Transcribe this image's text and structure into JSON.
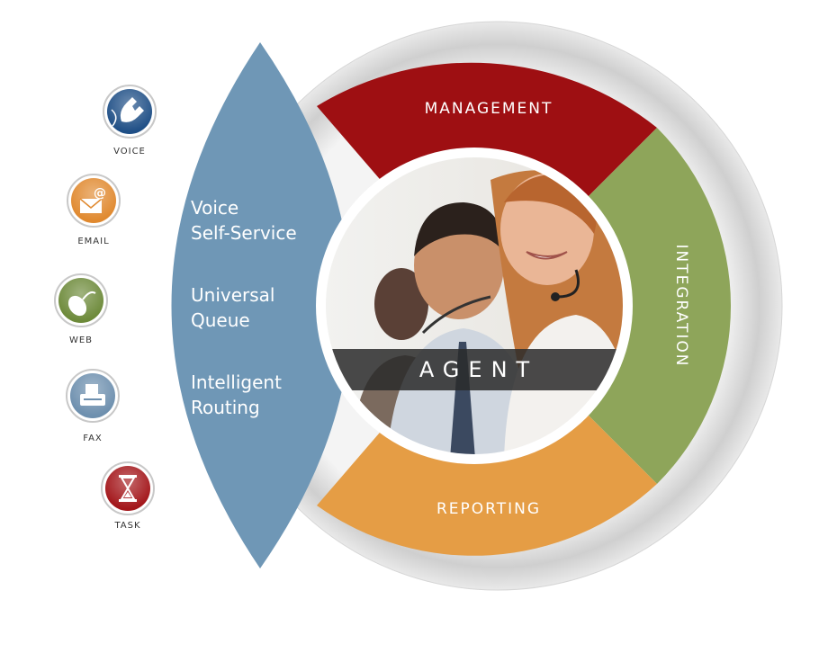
{
  "channels": [
    {
      "label": "VOICE",
      "icon": "phone-icon",
      "color": "#1f4f86"
    },
    {
      "label": "EMAIL",
      "icon": "email-icon",
      "color": "#e0892f"
    },
    {
      "label": "WEB",
      "icon": "web-mouse-icon",
      "color": "#6d8a3a"
    },
    {
      "label": "FAX",
      "icon": "fax-icon",
      "color": "#6d8fae"
    },
    {
      "label": "TASK",
      "icon": "hourglass-icon",
      "color": "#a3161a"
    }
  ],
  "lens": {
    "color": "#6f97b6",
    "items": [
      {
        "line1": "Voice",
        "line2": "Self-Service"
      },
      {
        "line1": "Universal",
        "line2": "Queue"
      },
      {
        "line1": "Intelligent",
        "line2": "Routing"
      }
    ]
  },
  "ring": {
    "management": {
      "label": "MANAGEMENT",
      "color": "#9e0f12"
    },
    "integration": {
      "label": "INTEGRATION",
      "color": "#8ea55a"
    },
    "reporting": {
      "label": "REPORTING",
      "color": "#e59d45"
    }
  },
  "center": {
    "label": "AGENT",
    "icon": "agents-photo"
  }
}
